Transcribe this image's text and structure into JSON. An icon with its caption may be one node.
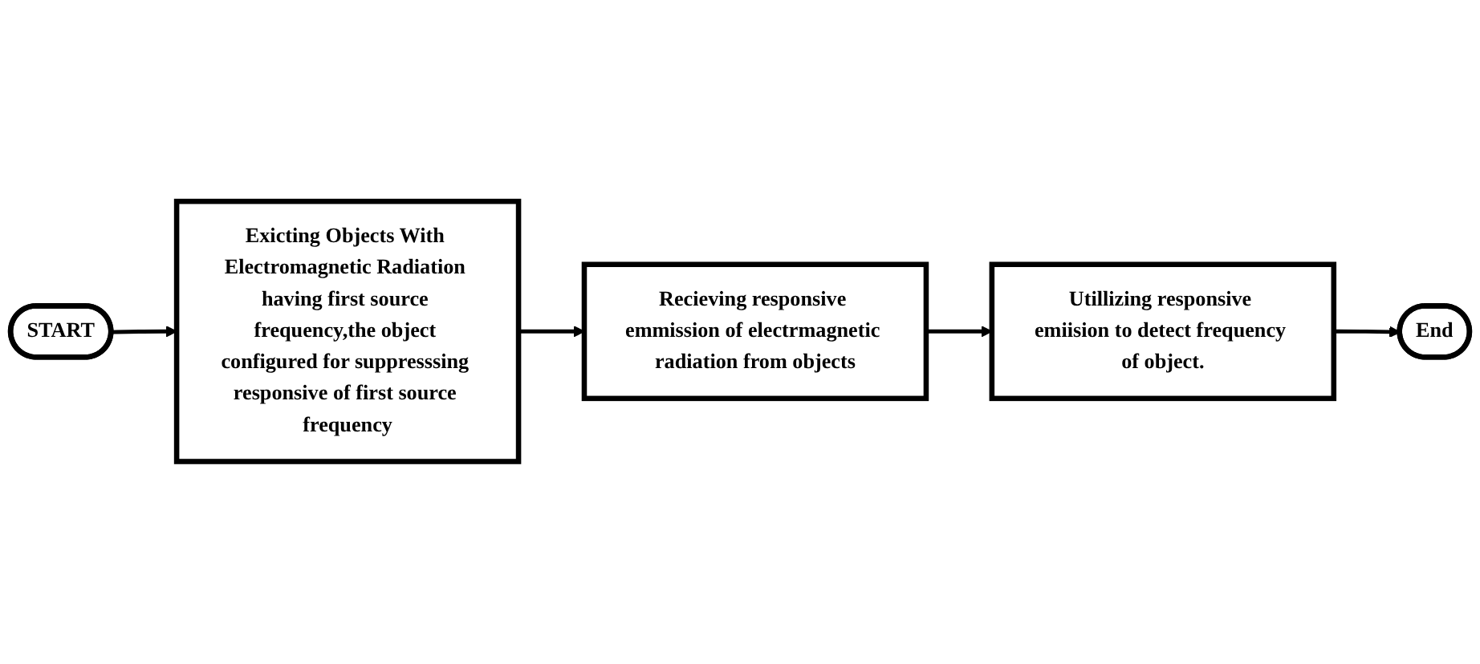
{
  "diagram": {
    "nodes": [
      {
        "text": [
          "START"
        ]
      },
      {
        "text": [
          "Exicting Objects With Electromagnetic Radiation having first source frequency,the object configured for suppresssing responsive of first source frequency"
        ]
      },
      {
        "text": [
          "Recieving responsive emmission of electrmagnetic radiation from objects"
        ]
      },
      {
        "text": [
          "Utillizing responsive emiision to detect frequency of object."
        ]
      },
      {
        "text": [
          "End"
        ]
      }
    ],
    "edges": [
      {
        "from": 0,
        "to": 1,
        "arrow": "to"
      },
      {
        "from": 1,
        "to": 2,
        "arrow": "to"
      },
      {
        "from": 2,
        "to": 3,
        "arrow": "to"
      },
      {
        "from": 3,
        "to": 4,
        "arrow": "to"
      }
    ]
  }
}
